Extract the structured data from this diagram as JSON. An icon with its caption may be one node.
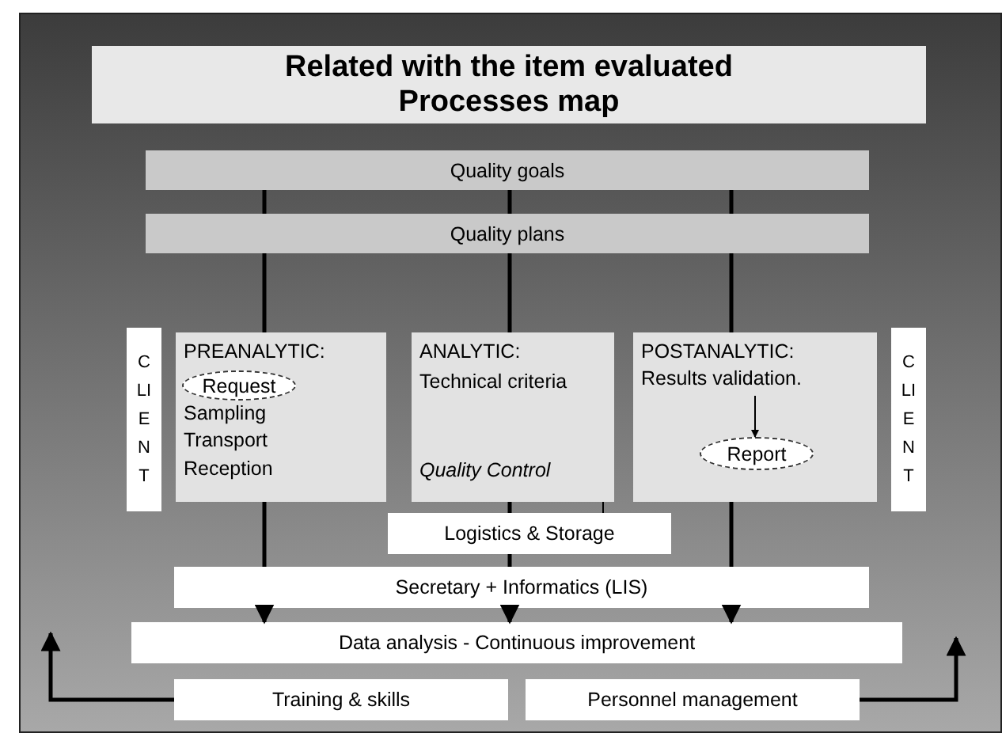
{
  "diagram": {
    "title": "Related with the item evaluated Processes map",
    "nodes": [
      {
        "text": [
          "Quality goals"
        ]
      },
      {
        "text": [
          "Quality plans"
        ]
      },
      {
        "text": [
          "CLIENT"
        ]
      },
      {
        "text": [
          "PREANALYTIC:",
          "Sampling",
          "Transport",
          "Reception"
        ]
      },
      {
        "text": [
          "Request"
        ],
        "in": 3
      },
      {
        "text": [
          "ANALYTIC:",
          "Technical criteria",
          "Quality Control"
        ]
      },
      {
        "text": [
          "POSTANALYTIC:"
        ]
      },
      {
        "text": [
          "Results validation."
        ],
        "in": 6
      },
      {
        "text": [
          "Report"
        ],
        "in": 6
      },
      {
        "text": [
          "CLIENT"
        ]
      },
      {
        "text": [
          "Logistics & Storage"
        ]
      },
      {
        "text": [
          "Secretary + Informatics (LIS)"
        ]
      },
      {
        "text": [
          "Data analysis - Continuous improvement"
        ]
      },
      {
        "text": [
          "Training & skills"
        ]
      },
      {
        "text": [
          "Personnel management"
        ]
      }
    ],
    "edges": [
      {
        "from": 0,
        "to": 1,
        "arrow": "none"
      },
      {
        "from": 1,
        "to": 3,
        "arrow": "none"
      },
      {
        "from": 3,
        "to": 11,
        "arrow": "none"
      },
      {
        "from": 11,
        "to": 12,
        "arrow": "to"
      },
      {
        "from": 0,
        "to": 1,
        "arrow": "none"
      },
      {
        "from": 1,
        "to": 5,
        "arrow": "none"
      },
      {
        "from": 5,
        "to": 10,
        "arrow": "none"
      },
      {
        "from": 10,
        "to": 11,
        "arrow": "none"
      },
      {
        "from": 11,
        "to": 12,
        "arrow": "to"
      },
      {
        "from": 0,
        "to": 1,
        "arrow": "none"
      },
      {
        "from": 1,
        "to": 6,
        "arrow": "none"
      },
      {
        "from": 6,
        "to": 11,
        "arrow": "none"
      },
      {
        "from": 11,
        "to": 12,
        "arrow": "to"
      },
      {
        "from": 7,
        "to": 8,
        "arrow": "to"
      },
      {
        "from": 5,
        "to": 10,
        "arrow": "none"
      },
      {
        "from": 13,
        "to": null,
        "arrow": "to"
      },
      {
        "from": 14,
        "to": null,
        "arrow": "to"
      }
    ]
  }
}
